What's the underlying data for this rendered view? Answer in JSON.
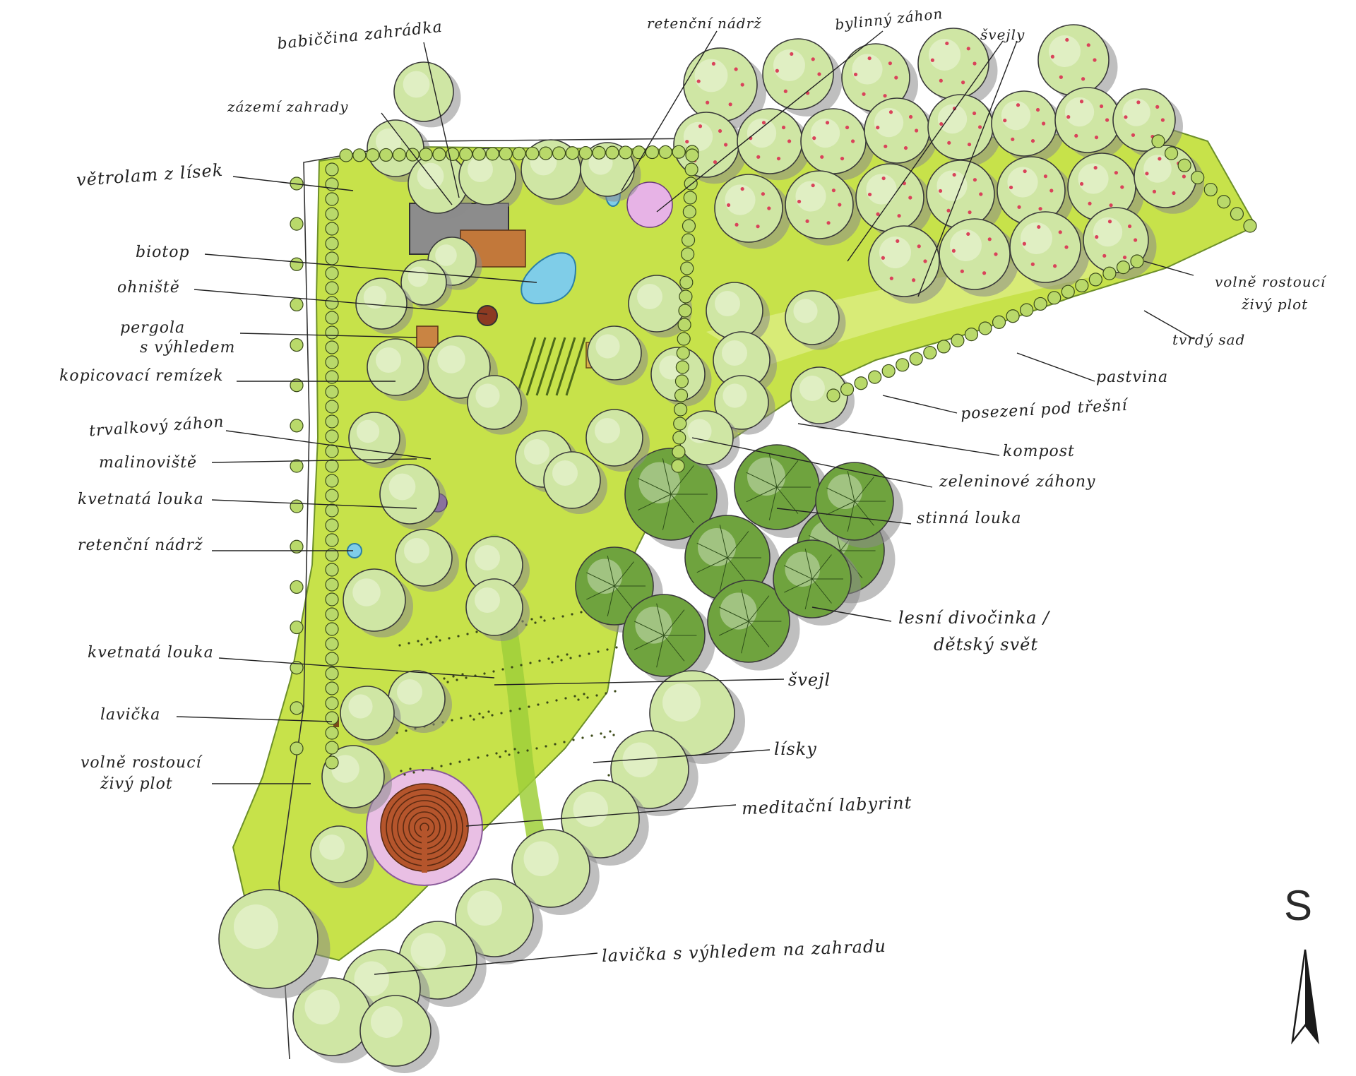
{
  "labels": {
    "babicina": "babiččina zahrádka",
    "retencni_top": "retenční nádrž",
    "bylinny": "bylinný záhon",
    "svejly": "švejly",
    "zazemi": "zázemí zahrady",
    "vetrolam": "větrolam z lísek",
    "biotop": "biotop",
    "ohniste": "ohniště",
    "pergola_1": "pergola",
    "pergola_2": "s výhledem",
    "kopicovaci": "kopicovací remízek",
    "trvalkovy": "trvalkový záhon",
    "malinoviste": "malinoviště",
    "kvetnata_1": "kvetnatá louka",
    "retencni_left": "retenční nádrž",
    "kvetnata_2": "kvetnatá louka",
    "lavicka": "lavička",
    "volne_left_1": "volně rostoucí",
    "volne_left_2": "živý plot",
    "volne_right_1": "volně rostoucí",
    "volne_right_2": "živý plot",
    "tvrdy_sad": "tvrdý sad",
    "pastvina": "pastvina",
    "posezeni": "posezení pod třešní",
    "kompost": "kompost",
    "zeleninove": "zeleninové záhony",
    "stinna": "stinná louka",
    "lesni_1": "lesní divočinka /",
    "lesni_2": "dětský svět",
    "svejl": "švejl",
    "lisky": "lísky",
    "labyrint": "meditační labyrint",
    "lavicka_vyhled": "lavička s výhledem na zahradu"
  },
  "north_arrow": {
    "letter": "S"
  },
  "colors": {
    "lawn": "#c7e24a",
    "lawn_light": "#dcee82",
    "tree_light": "#cfe6a4",
    "tree_dark": "#6fa33e",
    "shadow": "#8a8a8a",
    "fruit_red": "#d9435a",
    "flower_purple": "#8a52b5",
    "water": "#7fcde8",
    "labyrint": "#b5552c",
    "roof": "#8c8c8c",
    "deck": "#c2783a"
  }
}
